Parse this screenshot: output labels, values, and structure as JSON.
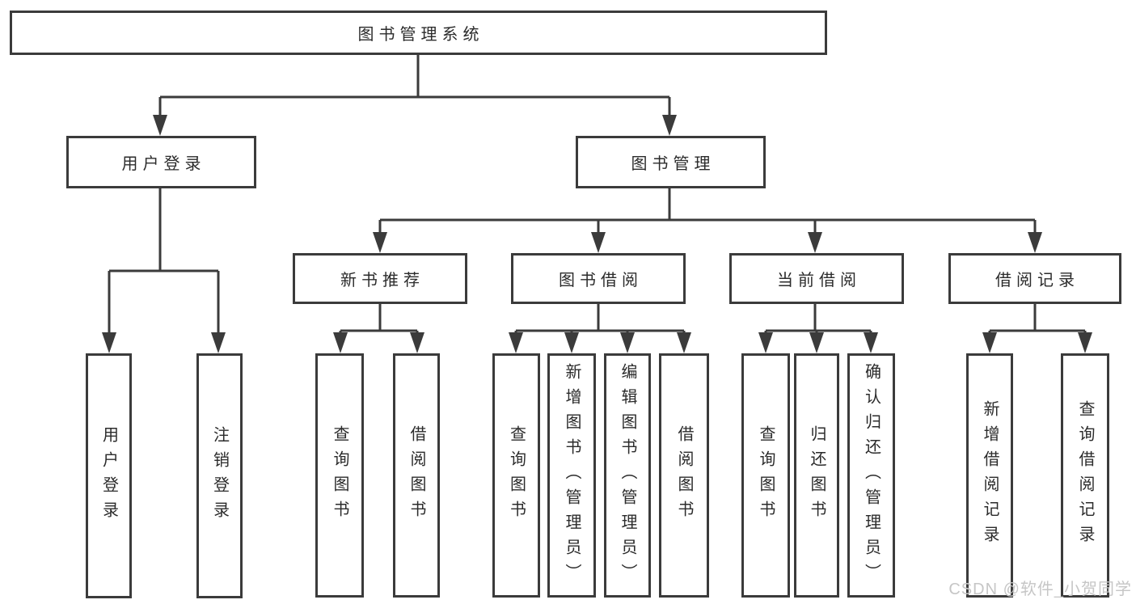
{
  "diagram_type": "hierarchy-tree",
  "root": {
    "label": "图书管理系统"
  },
  "branches": [
    {
      "label": "用户登录",
      "children": [
        {
          "label": "用户登录"
        },
        {
          "label": "注销登录"
        }
      ]
    },
    {
      "label": "图书管理",
      "children": [
        {
          "label": "新书推荐",
          "children": [
            {
              "label": "查询图书"
            },
            {
              "label": "借阅图书"
            }
          ]
        },
        {
          "label": "图书借阅",
          "children": [
            {
              "label": "查询图书"
            },
            {
              "label": "新增图书（管理员）"
            },
            {
              "label": "编辑图书（管理员）"
            },
            {
              "label": "借阅图书"
            }
          ]
        },
        {
          "label": "当前借阅",
          "children": [
            {
              "label": "查询图书"
            },
            {
              "label": "归还图书"
            },
            {
              "label": "确认归还（管理员）"
            }
          ]
        },
        {
          "label": "借阅记录",
          "children": [
            {
              "label": "新增借阅记录"
            },
            {
              "label": "查询借阅记录"
            }
          ]
        }
      ]
    }
  ],
  "watermark": "CSDN @软件_小贺同学",
  "colors": {
    "line": "#3b3b3b",
    "text": "#2b2b2b",
    "background": "#ffffff",
    "watermark": "#c6c6c6"
  }
}
